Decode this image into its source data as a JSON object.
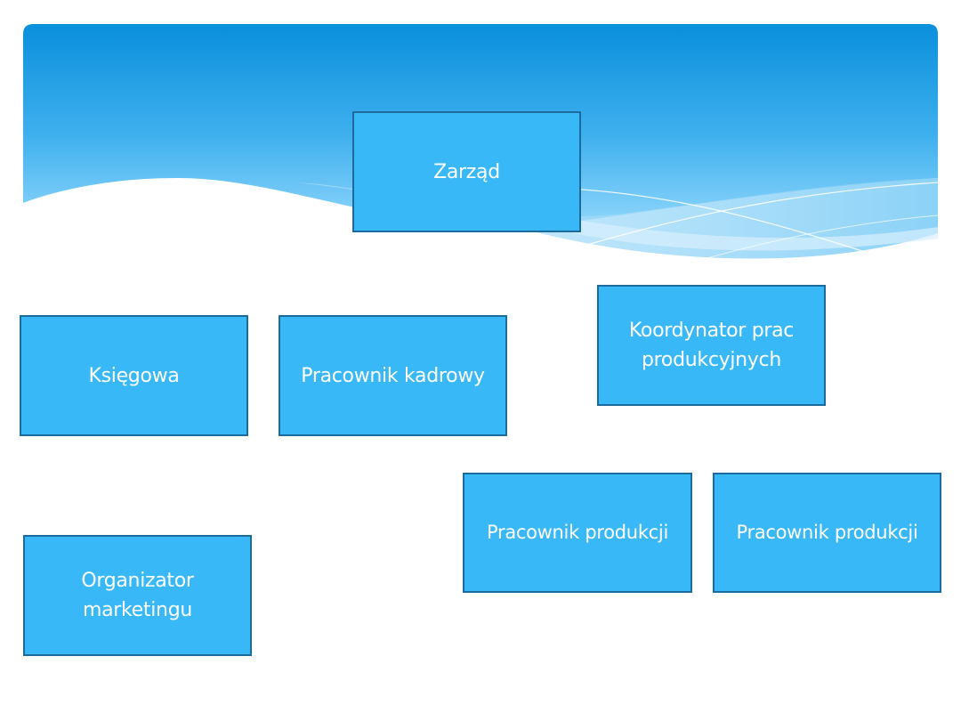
{
  "org_chart": {
    "nodes": [
      {
        "id": "zarzad",
        "lines": [
          "Zarząd"
        ]
      },
      {
        "id": "ksiegowa",
        "lines": [
          "Księgowa"
        ]
      },
      {
        "id": "kadrowy",
        "lines": [
          "Pracownik kadrowy"
        ]
      },
      {
        "id": "koordynator",
        "lines": [
          "Koordynator prac",
          "produkcyjnych"
        ]
      },
      {
        "id": "produkcja_1",
        "lines": [
          "Pracownik produkcji"
        ]
      },
      {
        "id": "produkcja_2",
        "lines": [
          "Pracownik produkcji"
        ]
      },
      {
        "id": "marketing",
        "lines": [
          "Organizator",
          "marketingu"
        ]
      }
    ]
  },
  "theme": {
    "box_fill": "#38b8f7",
    "box_border": "#1b6b9c",
    "header_top": "#0a8fdc",
    "header_light": "#6cc8f5"
  }
}
